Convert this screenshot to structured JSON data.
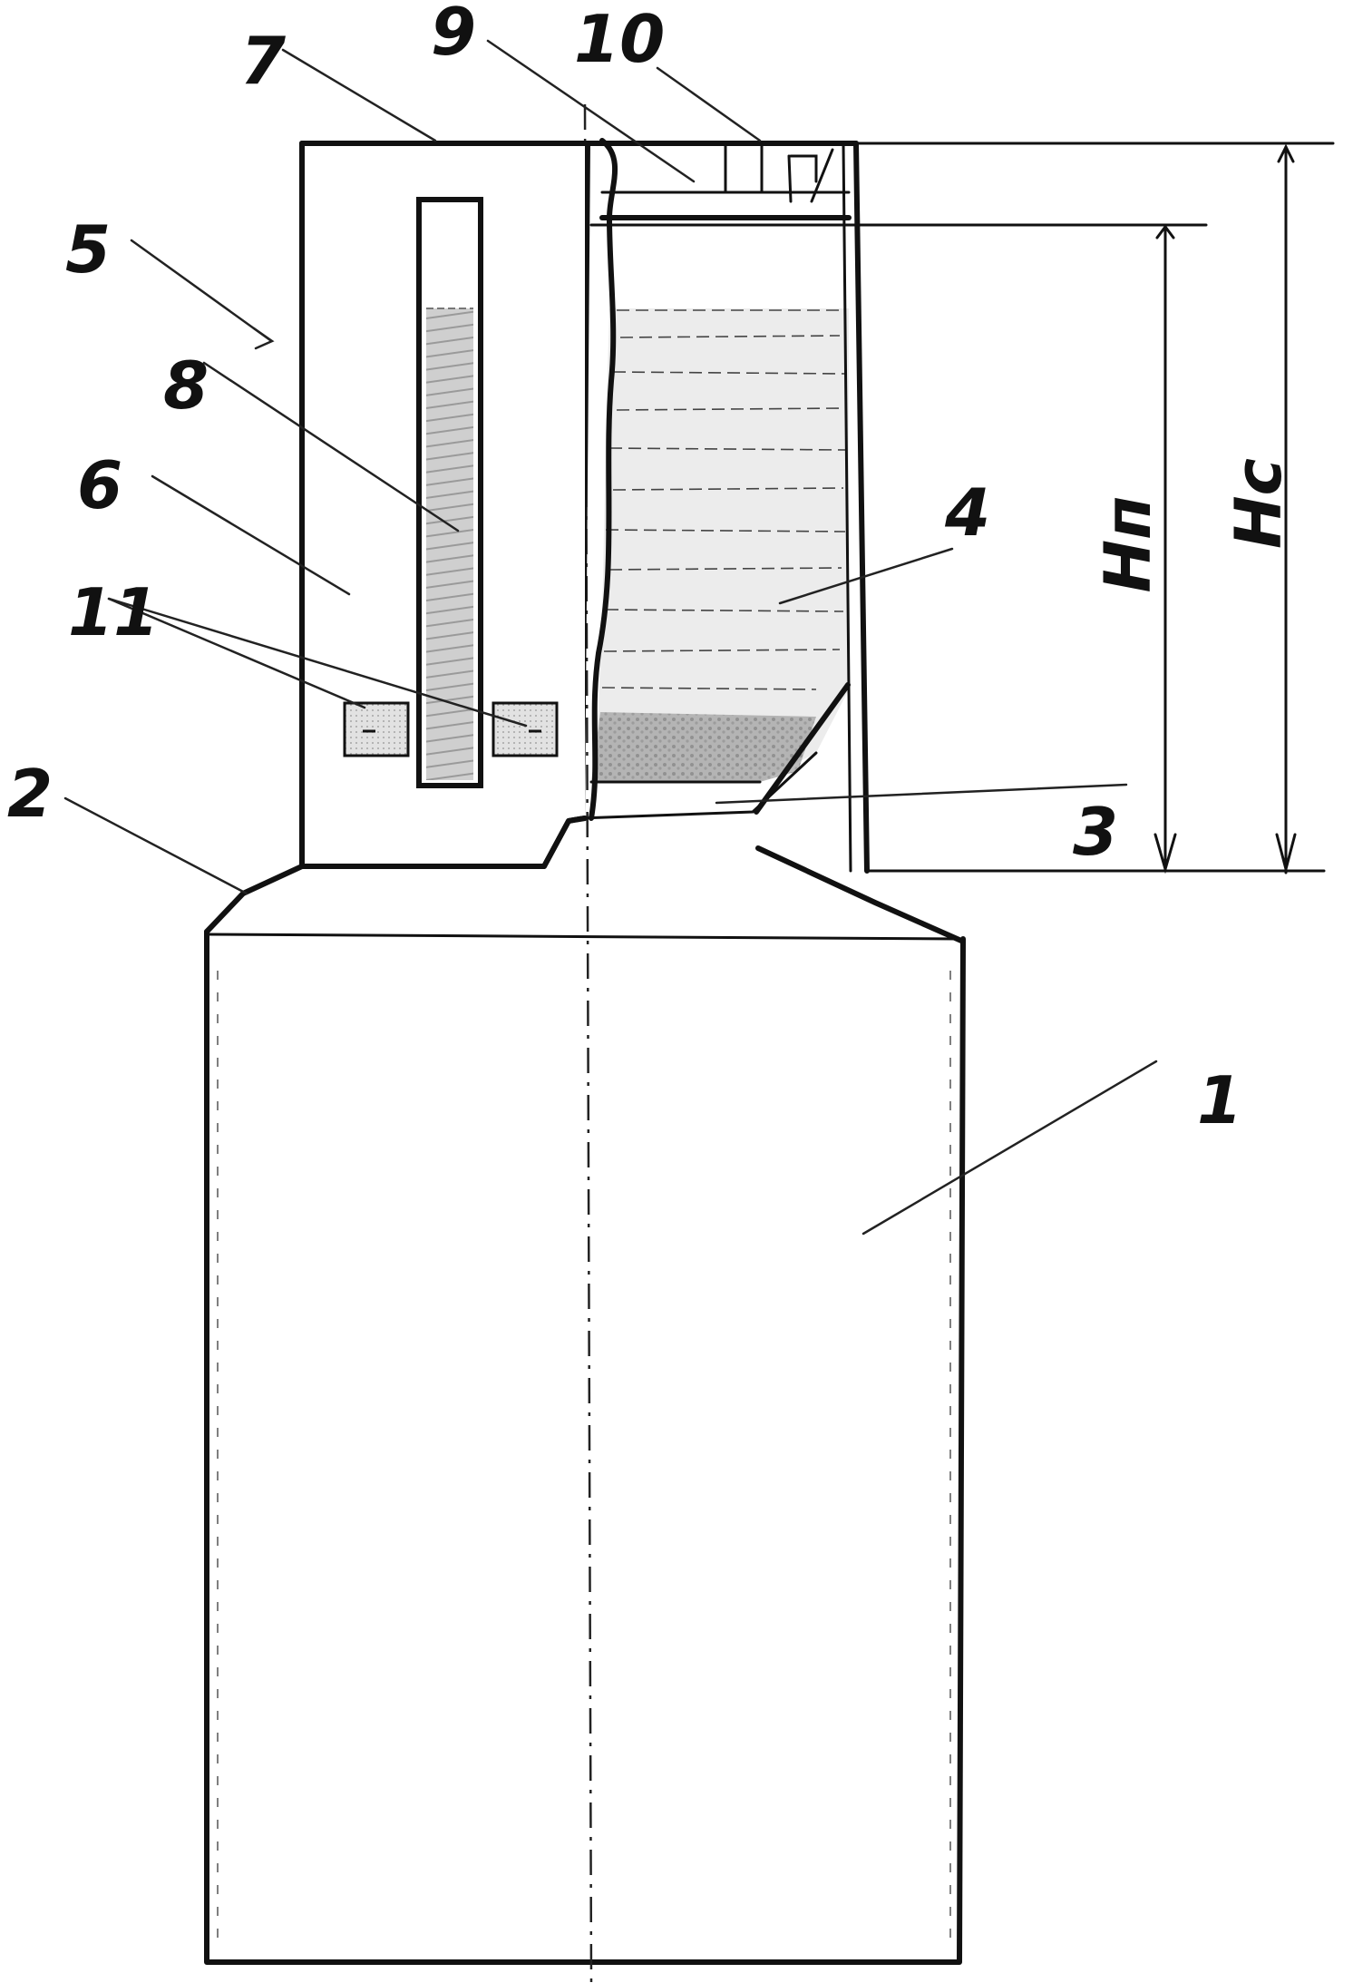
{
  "labels": {
    "l1": "1",
    "l2": "2",
    "l3": "3",
    "l4": "4",
    "l5": "5",
    "l6": "6",
    "l7": "7",
    "l8": "8",
    "l9": "9",
    "l10": "10",
    "l11": "11"
  },
  "dimensions": {
    "hn": "Hп",
    "hc": "Hc"
  }
}
